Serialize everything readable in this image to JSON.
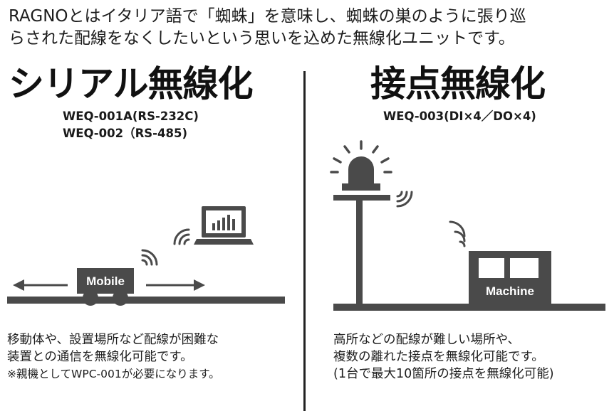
{
  "intro": {
    "line1": "RAGNOとはイタリア語で「蜘蛛」を意味し、蜘蛛の巣のように張り巡",
    "line2": "らされた配線をなくしたいという思いを込めた無線化ユニットです。"
  },
  "left": {
    "title": "シリアル無線化",
    "models": [
      "WEQ-001A(RS-232C)",
      "WEQ-002（RS-485)"
    ],
    "vehicle_label": "Mobile",
    "description": [
      "移動体や、設置場所など配線が困難な",
      "装置との通信を無線化可能です。"
    ],
    "note": "※親機としてWPC-001が必要になります。"
  },
  "right": {
    "title": "接点無線化",
    "model": "WEQ-003(DI×4／DO×4)",
    "machine_label": "Machine",
    "description": [
      "高所などの配線が難しい場所や、",
      "複数の離れた接点を無線化可能です。",
      "(1台で最大10箇所の接点を無線化可能)"
    ]
  },
  "colors": {
    "icon": "#4a4a4a",
    "text": "#1c1c1c",
    "background": "#ffffff"
  },
  "icons": [
    "laptop-icon",
    "wifi-signal-icon",
    "warning-light-icon",
    "mobile-vehicle-icon",
    "machine-icon",
    "arrow-left-icon",
    "arrow-right-icon"
  ]
}
